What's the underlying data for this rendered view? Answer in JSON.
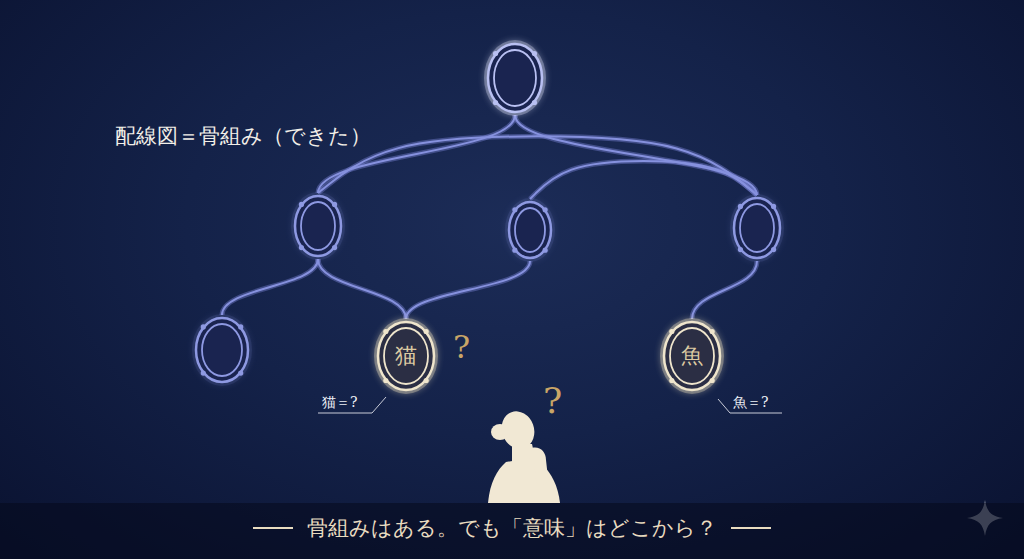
{
  "diagram": {
    "title": "配線図＝骨組み（できた）",
    "caption": "骨組みはある。でも「意味」はどこから？",
    "nodes": [
      {
        "text": []
      },
      {
        "text": []
      },
      {
        "text": []
      },
      {
        "text": []
      },
      {
        "text": []
      },
      {
        "text": [
          "猫"
        ]
      },
      {
        "text": [
          "魚"
        ]
      }
    ],
    "edges": [
      {
        "from": 0,
        "to": 1,
        "arrow": "none"
      },
      {
        "from": 0,
        "to": 3,
        "arrow": "none"
      },
      {
        "from": 1,
        "to": 3,
        "arrow": "none"
      },
      {
        "from": 2,
        "to": 3,
        "arrow": "none"
      },
      {
        "from": 1,
        "to": 4,
        "arrow": "none"
      },
      {
        "from": 1,
        "to": 5,
        "arrow": "none"
      },
      {
        "from": 2,
        "to": 5,
        "arrow": "none"
      },
      {
        "from": 3,
        "to": 6,
        "arrow": "none"
      }
    ],
    "labels": [
      "?",
      "?",
      "猫＝?",
      "魚＝?"
    ]
  }
}
